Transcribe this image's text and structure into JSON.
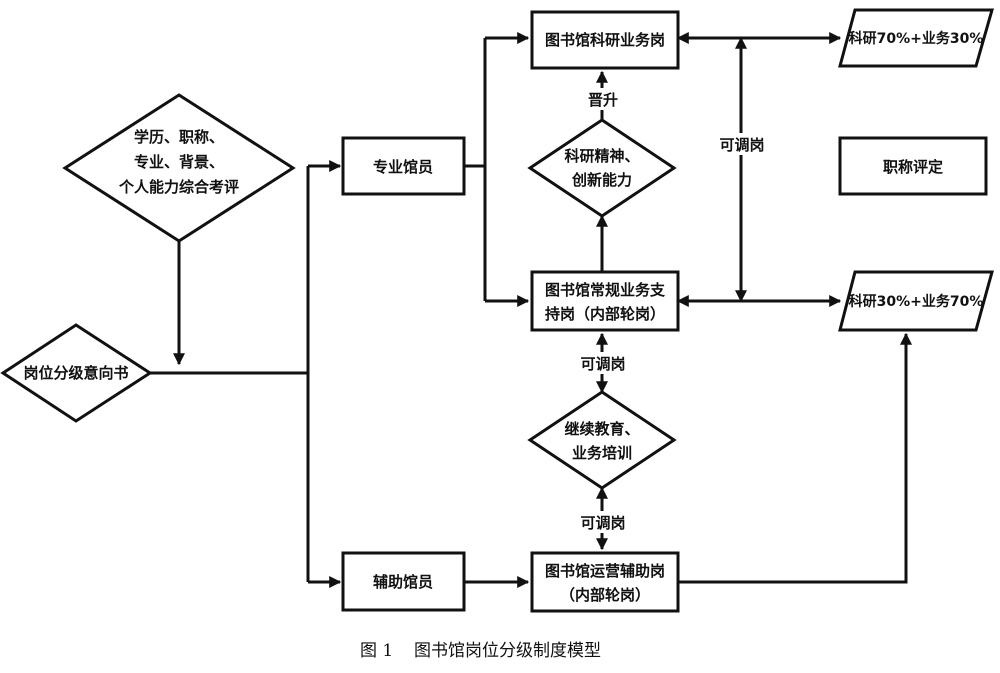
{
  "diagram": {
    "nodes": {
      "assessment": {
        "line1": "学历、职称、",
        "line2": "专业、背景、",
        "line3": "个人能力综合考评"
      },
      "intent_letter": {
        "label": "岗位分级意向书"
      },
      "professional_librarian": {
        "label": "专业馆员"
      },
      "auxiliary_librarian": {
        "label": "辅助馆员"
      },
      "research_post": {
        "label": "图书馆科研业务岗"
      },
      "routine_post": {
        "line1": "图书馆常规业务支",
        "line2": "持岗（内部轮岗）"
      },
      "operations_post": {
        "line1": "图书馆运营辅助岗",
        "line2": "（内部轮岗）"
      },
      "research_spirit": {
        "line1": "科研精神、",
        "line2": "创新能力"
      },
      "continuing_education": {
        "line1": "继续教育、",
        "line2": "业务培训"
      },
      "ratio_research_high": {
        "label": "科研70%+业务30%"
      },
      "ratio_research_low": {
        "label": "科研30%+业务70%"
      },
      "title_evaluation": {
        "label": "职称评定"
      }
    },
    "edge_labels": {
      "promotion": "晋升",
      "adjustable_1": "可调岗",
      "adjustable_2": "可调岗",
      "adjustable_3": "可调岗"
    },
    "caption": {
      "number": "图 1",
      "text": "图书馆岗位分级制度模型"
    }
  }
}
